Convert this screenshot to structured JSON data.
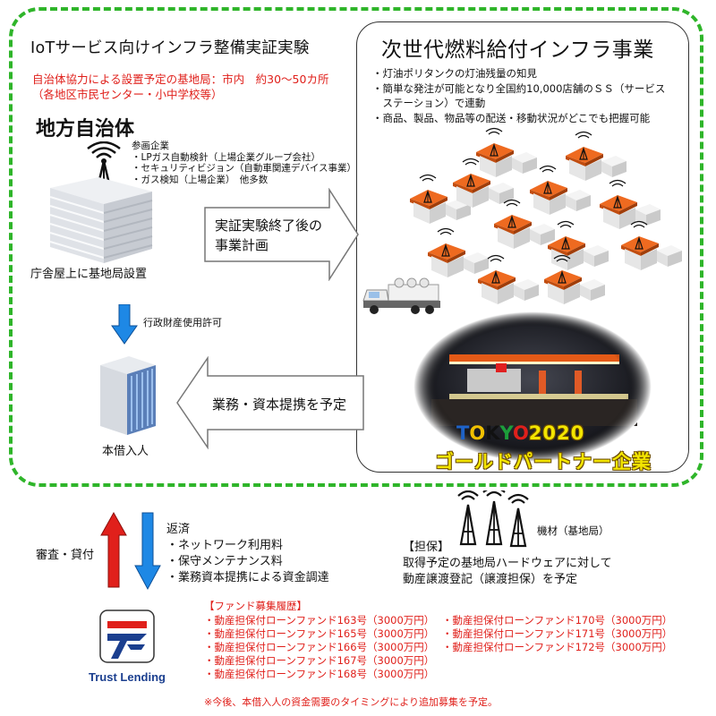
{
  "left": {
    "title": "IoTサービス向けインフラ整備実証実験",
    "note_line1": "自治体協力による設置予定の基地局：市内　約30～50カ所",
    "note_line2": "（各地区市民センター・小中学校等）",
    "local_gov": "地方自治体",
    "participants": [
      "参画企業",
      "・LPガス自動検針（上場企業グループ会社）",
      "・セキュリティビジョン（自動車関連デバイス事業）",
      "・ガス検知（上場企業）　他多数"
    ],
    "building_caption": "庁舎屋上に基地局設置",
    "permit_label": "行政財産使用許可",
    "borrower_caption": "本借入人"
  },
  "arrows": {
    "plan_line1": "実証実験終了後の",
    "plan_line2": "事業計画",
    "alliance": "業務・資本提携を予定",
    "review_lend": "審査・貸付",
    "repay_title": "返済",
    "repay_items": [
      "・ネットワーク利用料",
      "・保守メンテナンス料",
      "・業務資本提携による資金調達"
    ]
  },
  "right": {
    "title": "次世代燃料給付インフラ事業",
    "bullets": [
      "・灯油ポリタンクの灯油残量の知見",
      "・簡単な発注が可能となり全国約10,000店舗のＳＳ（サービス",
      "　ステーション）で連動",
      "・商品、製品、物品等の配送・移動状況がどこでも把握可能"
    ],
    "tokyo_letters": [
      "T",
      "O",
      "K",
      "Y",
      "O"
    ],
    "tokyo_year": "2020",
    "gold_partner": "ゴールドパートナー企業"
  },
  "collateral": {
    "equipment": "機材（基地局）",
    "title": "【担保】",
    "line1": "取得予定の基地局ハードウェアに対して",
    "line2": "動産譲渡登記（譲渡担保）を予定"
  },
  "fund": {
    "title": "【ファンド募集履歴】",
    "col1": [
      "・動産担保付ローンファンド163号（3000万円）",
      "・動産担保付ローンファンド165号（3000万円）",
      "・動産担保付ローンファンド166号（3000万円）",
      "・動産担保付ローンファンド167号（3000万円）",
      "・動産担保付ローンファンド168号（3000万円）"
    ],
    "col2": [
      "・動産担保付ローンファンド170号（3000万円）",
      "・動産担保付ローンファンド171号（3000万円）",
      "・動産担保付ローンファンド172号（3000万円）"
    ],
    "footnote": "※今後、本借入人の資金需要のタイミングにより追加募集を予定。"
  },
  "brand": {
    "name": "Trust Lending"
  },
  "colors": {
    "green_border": "#2fb52a",
    "red": "#e0201b",
    "blue": "#1e88e5",
    "gold": "#f3e500",
    "tokyo": [
      "#1e63c8",
      "#f0c000",
      "#111111",
      "#1c9e3a",
      "#e0201b"
    ]
  }
}
